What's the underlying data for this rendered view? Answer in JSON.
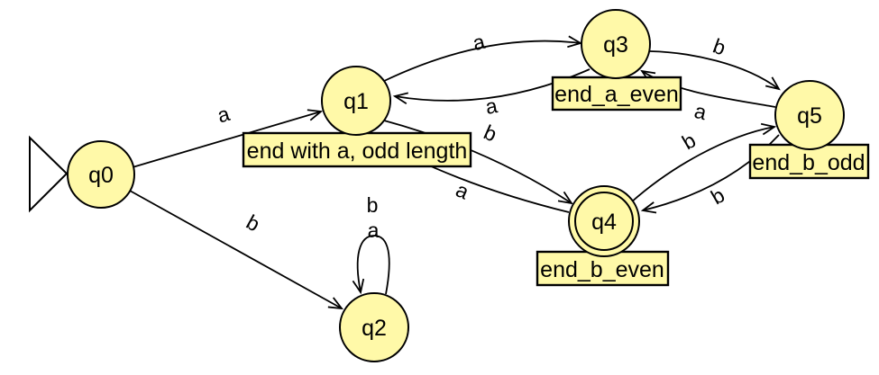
{
  "diagram": {
    "title": "DFA state diagram",
    "type": "finite-automaton",
    "colors": {
      "background": "#FFFFFF",
      "node_fill": "#FFF9A8",
      "stroke": "#000000",
      "text": "#000000"
    },
    "states": [
      {
        "label": "q0",
        "initial": true,
        "accepting": false,
        "tag": ""
      },
      {
        "label": "q1",
        "initial": false,
        "accepting": false,
        "tag": "end with a, odd length"
      },
      {
        "label": "q2",
        "initial": false,
        "accepting": false,
        "tag": ""
      },
      {
        "label": "q3",
        "initial": false,
        "accepting": false,
        "tag": "end_a_even"
      },
      {
        "label": "q4",
        "initial": false,
        "accepting": true,
        "tag": "end_b_even"
      },
      {
        "label": "q5",
        "initial": false,
        "accepting": false,
        "tag": "end_b_odd"
      }
    ],
    "transitions": [
      {
        "from": "q0",
        "to": "q1",
        "symbol": "a"
      },
      {
        "from": "q0",
        "to": "q2",
        "symbol": "b"
      },
      {
        "from": "q1",
        "to": "q3",
        "symbol": "a"
      },
      {
        "from": "q3",
        "to": "q1",
        "symbol": "a"
      },
      {
        "from": "q1",
        "to": "q4",
        "symbol": "b"
      },
      {
        "from": "q4",
        "to": "q1",
        "symbol": "a"
      },
      {
        "from": "q3",
        "to": "q5",
        "symbol": "b"
      },
      {
        "from": "q5",
        "to": "q3",
        "symbol": "a"
      },
      {
        "from": "q4",
        "to": "q5",
        "symbol": "b"
      },
      {
        "from": "q5",
        "to": "q4",
        "symbol": "b"
      },
      {
        "from": "q2",
        "to": "q2",
        "symbols": [
          "b",
          "a"
        ]
      }
    ]
  }
}
